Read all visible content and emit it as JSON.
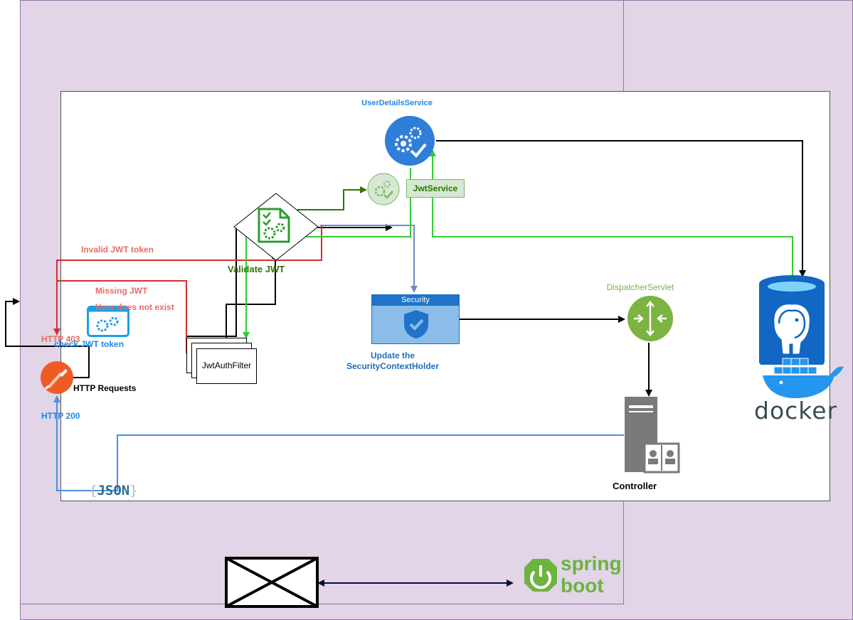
{
  "colors": {
    "container_fill": "#e1d5e7",
    "container_stroke": "#9673a6",
    "invalid_path": "#d32f2f",
    "valid_path": "#33cc33",
    "jwt_path": "#2d7600",
    "security_path": "#6c8ebf",
    "blue_label": "#1e88e5",
    "red_label": "#ea6b66",
    "docker_blue": "#2496ed",
    "spring_green": "#6db33f"
  },
  "nodes": {
    "user_details_service": {
      "label": "UserDetailsService",
      "icon": "gears-check-icon"
    },
    "jwt_service": {
      "label": "JwtService",
      "icon": "gears-check-icon"
    },
    "validate_jwt": {
      "label": "Validate JWT",
      "icon": "document-gears-icon"
    },
    "jwt_auth_filter": {
      "label": "JwtAuthFilter"
    },
    "security": {
      "header": "Security",
      "label_line1": "Update the",
      "label_line2": "SecurityContextHolder",
      "icon": "shield-check-icon"
    },
    "dispatcher_servlet": {
      "label": "DispatcherServlet",
      "icon": "router-arrows-icon"
    },
    "controller": {
      "label": "Controller",
      "icon": "server-contacts-icon"
    },
    "postgres": {
      "icon": "postgresql-elephant-icon"
    },
    "docker": {
      "label": "docker",
      "icon": "docker-whale-icon"
    },
    "http_requests": {
      "label": "HTTP Requests",
      "icon": "postman-icon"
    },
    "json": {
      "open": "{",
      "label": "JSON",
      "close": "}"
    },
    "check_jwt": {
      "label": "check JWT token",
      "icon": "gears-screen-icon"
    },
    "spring_boot": {
      "line1": "spring",
      "line2": "boot",
      "icon": "spring-power-icon"
    },
    "empty_box": {
      "icon": "cross-box-icon"
    }
  },
  "edge_labels": {
    "invalid_jwt": "Invalid JWT token",
    "missing_jwt": "Missing JWT",
    "user_not_exist": "User does not exist",
    "http_403": "HTTP 403",
    "http_200": "HTTP 200"
  }
}
